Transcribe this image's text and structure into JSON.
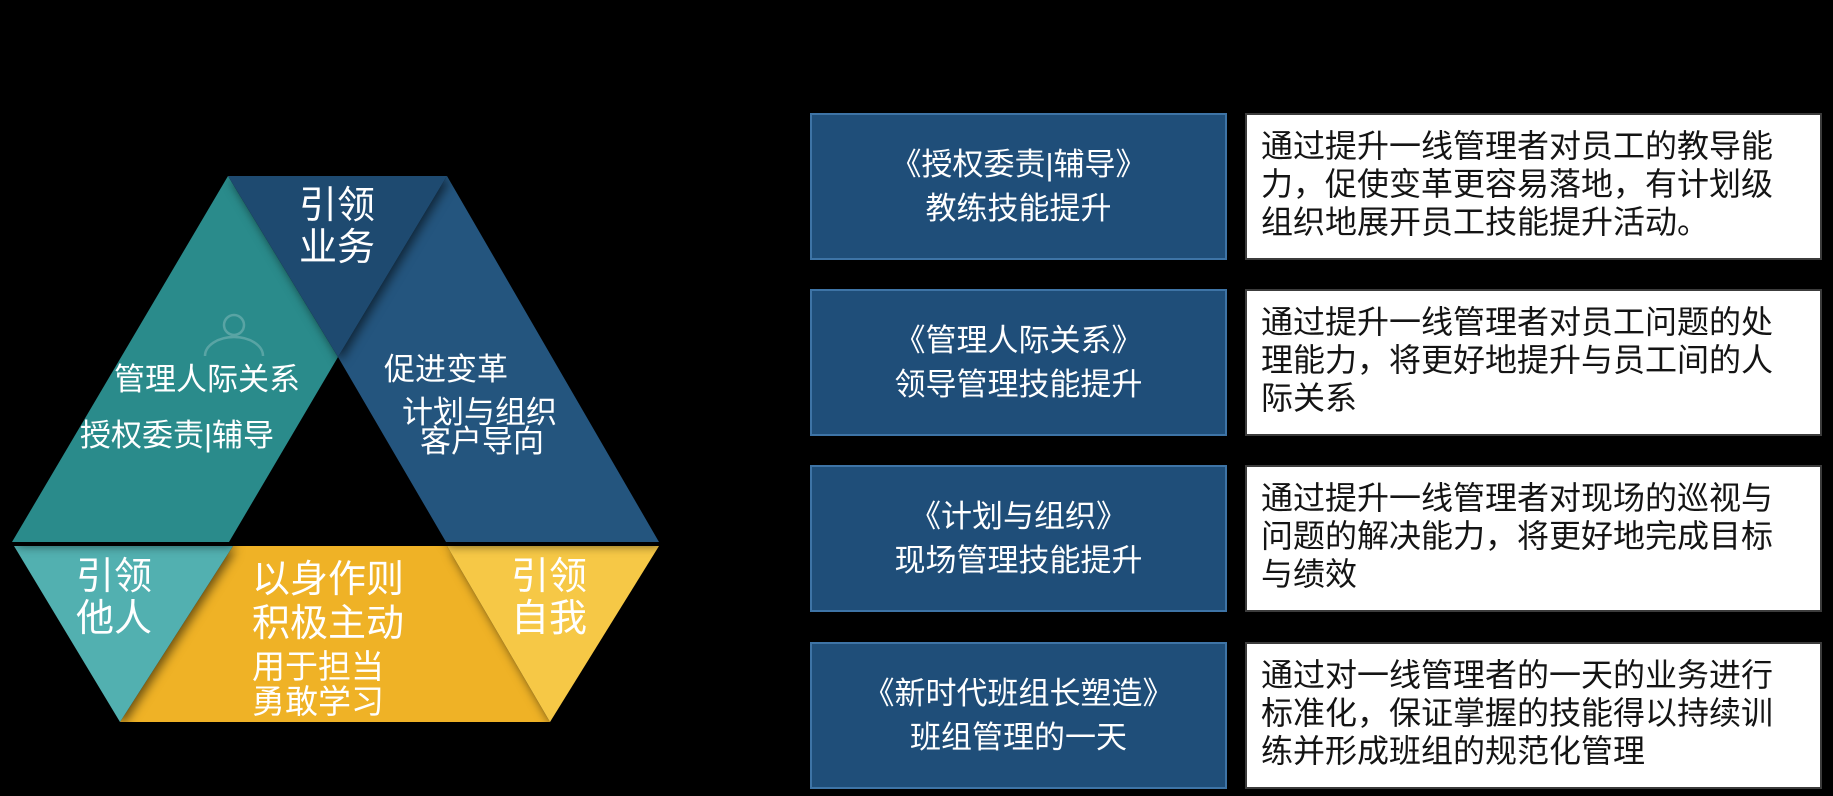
{
  "diagram": {
    "top_triangle": {
      "lines": [
        "引领",
        "业务"
      ]
    },
    "blue_band": {
      "lines": [
        "促进变革",
        "计划与组织",
        "客户导向"
      ]
    },
    "teal_band": {
      "lines": [
        "管理人际关系",
        "授权委责|辅导"
      ]
    },
    "teal_triangle": {
      "lines": [
        "引领",
        "他人"
      ]
    },
    "yellow_band": {
      "lines": [
        "以身作则",
        "积极主动",
        "用于担当",
        "勇敢学习"
      ]
    },
    "yellow_triangle": {
      "lines": [
        "引领",
        "自我"
      ]
    },
    "person_icon": "person-outline"
  },
  "colors": {
    "background": "#000000",
    "blue_dark": "#1E4A70",
    "blue_band": "#24557E",
    "teal_dark": "#2A8B8B",
    "teal_light": "#52B0B0",
    "yellow_dark": "#EFB226",
    "yellow_light": "#F6C846",
    "title_box_fill": "#1F4E79",
    "title_box_border": "#3E74A6",
    "desc_text": "#141414"
  },
  "courses": [
    {
      "title_lines": [
        "《授权委责|辅导》",
        "教练技能提升"
      ],
      "description": "通过提升一线管理者对员工的教导能力，促使变革更容易落地，有计划级组织地展开员工技能提升活动。"
    },
    {
      "title_lines": [
        "《管理人际关系》",
        "领导管理技能提升"
      ],
      "description": "通过提升一线管理者对员工问题的处理能力，将更好地提升与员工间的人际关系"
    },
    {
      "title_lines": [
        "《计划与组织》",
        "现场管理技能提升"
      ],
      "description": "通过提升一线管理者对现场的巡视与问题的解决能力，将更好地完成目标与绩效"
    },
    {
      "title_lines": [
        "《新时代班组长塑造》",
        "班组管理的一天"
      ],
      "description": "通过对一线管理者的一天的业务进行标准化，保证掌握的技能得以持续训练并形成班组的规范化管理"
    }
  ]
}
